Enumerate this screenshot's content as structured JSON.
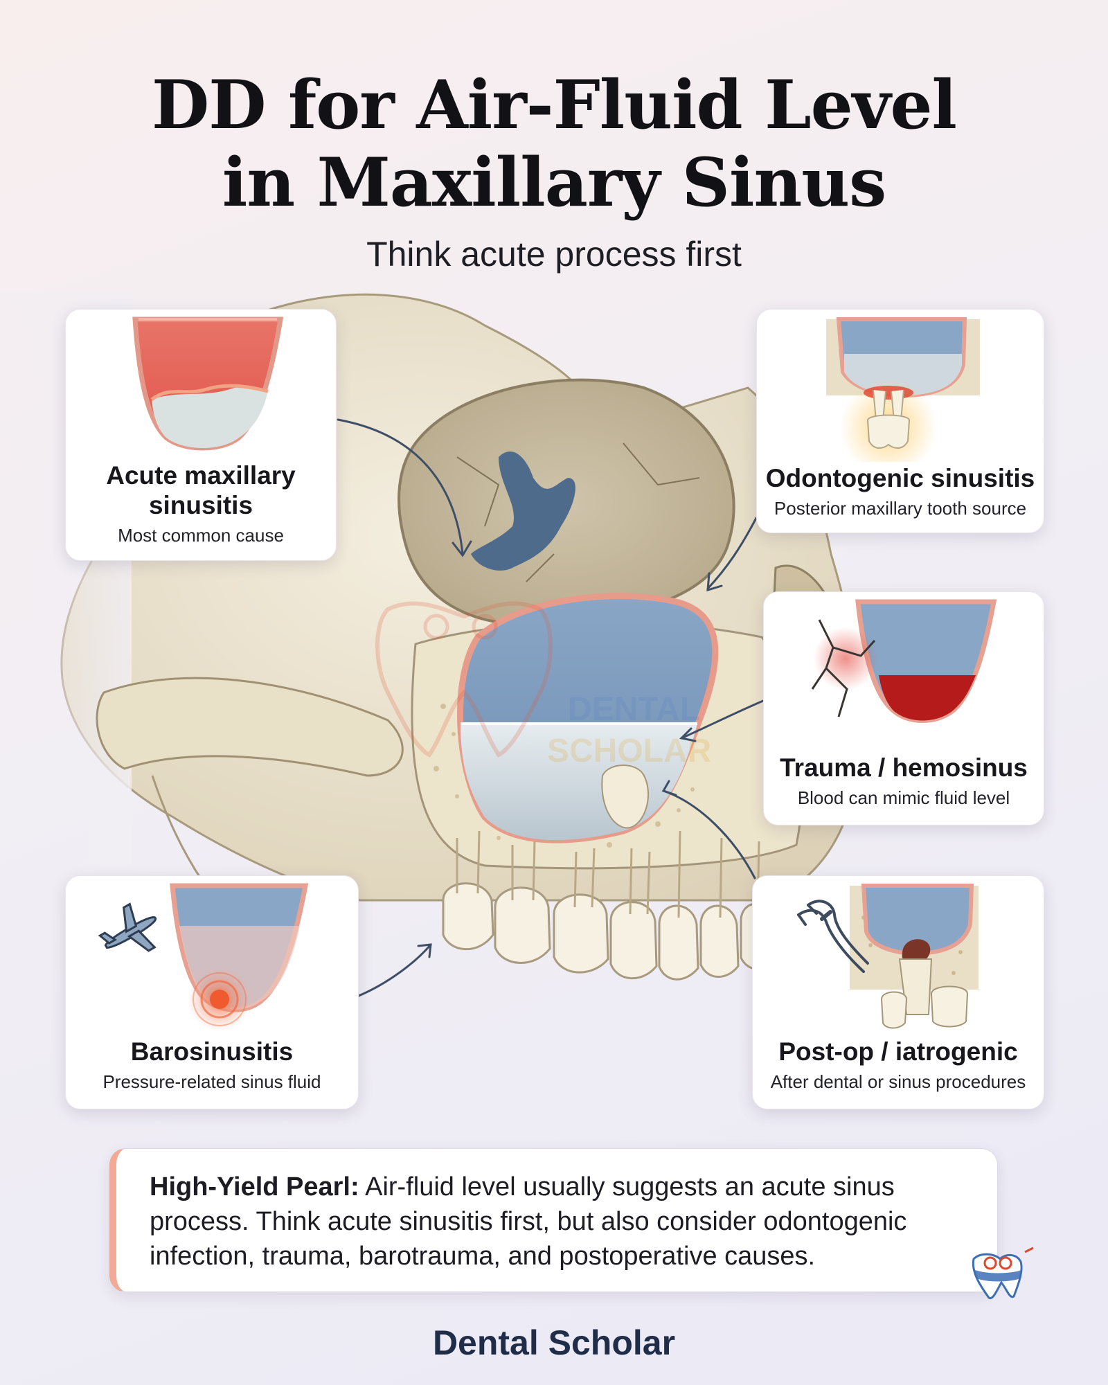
{
  "title_line1": "DD for Air-Fluid Level",
  "title_line2": "in Maxillary Sinus",
  "subtitle": "Think acute process first",
  "cards": [
    {
      "name": "Acute maxillary sinusitis",
      "name_line1": "Acute maxillary",
      "name_line2": "sinusitis",
      "desc": "Most common cause"
    },
    {
      "name": "Odontogenic sinusitis",
      "desc": "Posterior maxillary tooth source"
    },
    {
      "name": "Trauma / hemosinus",
      "desc": "Blood can mimic fluid level"
    },
    {
      "name": "Barosinusitis",
      "desc": "Pressure-related sinus fluid"
    },
    {
      "name": "Post-op / iatrogenic",
      "desc": "After dental or sinus procedures"
    }
  ],
  "pearl": {
    "label": "High-Yield Pearl:",
    "text": " Air-fluid level usually suggests an acute sinus process. Think acute sinusitis first, but also consider odontogenic infection, trauma, barotrauma, and postoperative causes."
  },
  "watermark": {
    "line1": "DENTAL",
    "line2": "SCHOLAR"
  },
  "footer_brand": "Dental Scholar",
  "colors": {
    "bone": "#ece4cf",
    "sinus_blue": "#7f9dbf",
    "fluid": "#d7dde2",
    "inflamed_red": "#e0524a",
    "blood": "#b81c1c",
    "mucosa_pink": "#ee9f8e",
    "brand_navy": "#1f2d49"
  },
  "icons": [
    "airplane-icon",
    "dental-forceps-icon",
    "molar-tooth-icon",
    "skull-illustration",
    "dental-scholar-logo-icon"
  ]
}
